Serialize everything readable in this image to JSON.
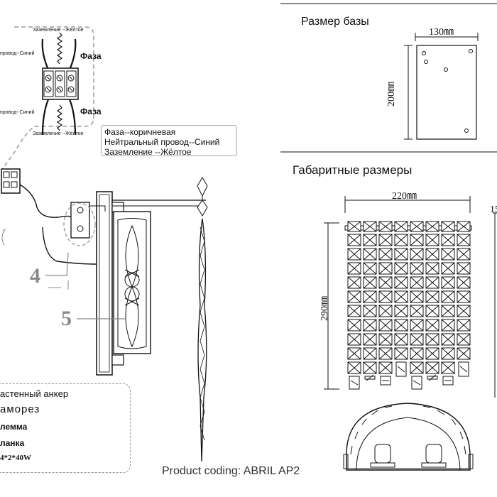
{
  "wiring": {
    "top_strip": "Заземление --Жёлтое",
    "bottom_strip": "Заземление --Жёлтое",
    "left_label_top": "провод--Синий",
    "left_label_bottom": "провод--Синий",
    "phase_top": "Фаза",
    "phase_bottom": "Фаза"
  },
  "legend": {
    "line1": "Фаза--коричневая",
    "line2": "Нейтральный провод--Синий",
    "line3": "Заземление --Жёлтое"
  },
  "callouts": {
    "n4": "4",
    "n5": "5"
  },
  "base": {
    "title": "Размер базы",
    "width": "130㎜",
    "height": "200㎜"
  },
  "overall": {
    "title": "Габаритные размеры",
    "width": "220㎜",
    "height": "290㎜",
    "depth": "15"
  },
  "parts": {
    "item1": "астенный анкер",
    "item2": "аморез",
    "item3": "лемма",
    "item4": "ланка",
    "item5": "4*2*40W"
  },
  "product": "Product coding: ABRIL AP2",
  "colors": {
    "line": "#111111",
    "dash": "#9a9a9a",
    "callout": "#8a8a8a"
  }
}
